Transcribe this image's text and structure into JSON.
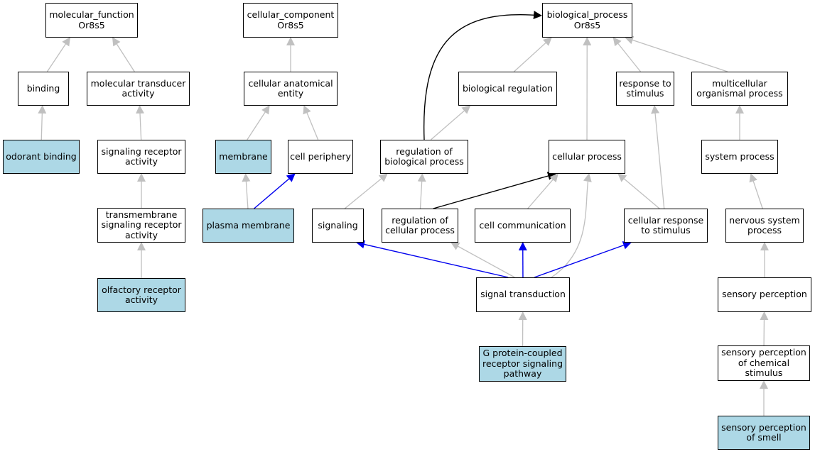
{
  "colors": {
    "highlight_fill": "#add8e6",
    "default_fill": "#ffffff",
    "edge_gray": "#c0c0c0",
    "edge_black": "#000000",
    "edge_blue": "#0000ee"
  },
  "nodes": {
    "mf_root": {
      "label": "molecular_function\nOr8s5",
      "highlight": false
    },
    "binding": {
      "label": "binding",
      "highlight": false
    },
    "mol_trans": {
      "label": "molecular transducer\nactivity",
      "highlight": false
    },
    "odorant": {
      "label": "odorant binding",
      "highlight": true
    },
    "sig_rec": {
      "label": "signaling receptor\nactivity",
      "highlight": false
    },
    "tm_sig": {
      "label": "transmembrane\nsignaling receptor\nactivity",
      "highlight": false
    },
    "olf_rec": {
      "label": "olfactory receptor\nactivity",
      "highlight": true
    },
    "cc_root": {
      "label": "cellular_component\nOr8s5",
      "highlight": false
    },
    "cae": {
      "label": "cellular anatomical\nentity",
      "highlight": false
    },
    "membrane": {
      "label": "membrane",
      "highlight": true
    },
    "cell_per": {
      "label": "cell periphery",
      "highlight": false
    },
    "plasma": {
      "label": "plasma membrane",
      "highlight": true
    },
    "bp_root": {
      "label": "biological_process\nOr8s5",
      "highlight": false
    },
    "bio_reg": {
      "label": "biological regulation",
      "highlight": false
    },
    "resp_stim": {
      "label": "response to\nstimulus",
      "highlight": false
    },
    "multi": {
      "label": "multicellular\norganismal process",
      "highlight": false
    },
    "reg_bio": {
      "label": "regulation of\nbiological process",
      "highlight": false
    },
    "cell_proc": {
      "label": "cellular process",
      "highlight": false
    },
    "sys_proc": {
      "label": "system process",
      "highlight": false
    },
    "signaling": {
      "label": "signaling",
      "highlight": false
    },
    "reg_cell": {
      "label": "regulation of\ncellular process",
      "highlight": false
    },
    "cell_comm": {
      "label": "cell communication",
      "highlight": false
    },
    "cell_resp": {
      "label": "cellular response\nto stimulus",
      "highlight": false
    },
    "nerv": {
      "label": "nervous system\nprocess",
      "highlight": false
    },
    "sig_trans": {
      "label": "signal transduction",
      "highlight": false
    },
    "sens_perc": {
      "label": "sensory perception",
      "highlight": false
    },
    "gpcr": {
      "label": "G protein-coupled\nreceptor signaling\npathway",
      "highlight": true
    },
    "sens_chem": {
      "label": "sensory perception\nof chemical\nstimulus",
      "highlight": false
    },
    "sens_smell": {
      "label": "sensory perception\nof smell",
      "highlight": true
    }
  },
  "edges": [
    {
      "from": "binding",
      "to": "mf_root",
      "kind": "is_a"
    },
    {
      "from": "mol_trans",
      "to": "mf_root",
      "kind": "is_a"
    },
    {
      "from": "odorant",
      "to": "binding",
      "kind": "is_a"
    },
    {
      "from": "sig_rec",
      "to": "mol_trans",
      "kind": "is_a"
    },
    {
      "from": "tm_sig",
      "to": "sig_rec",
      "kind": "is_a"
    },
    {
      "from": "olf_rec",
      "to": "tm_sig",
      "kind": "is_a"
    },
    {
      "from": "cae",
      "to": "cc_root",
      "kind": "is_a"
    },
    {
      "from": "membrane",
      "to": "cae",
      "kind": "is_a"
    },
    {
      "from": "cell_per",
      "to": "cae",
      "kind": "is_a"
    },
    {
      "from": "plasma",
      "to": "membrane",
      "kind": "is_a"
    },
    {
      "from": "plasma",
      "to": "cell_per",
      "kind": "part_of"
    },
    {
      "from": "bio_reg",
      "to": "bp_root",
      "kind": "is_a"
    },
    {
      "from": "resp_stim",
      "to": "bp_root",
      "kind": "is_a"
    },
    {
      "from": "multi",
      "to": "bp_root",
      "kind": "is_a"
    },
    {
      "from": "cell_proc",
      "to": "bp_root",
      "kind": "is_a"
    },
    {
      "from": "reg_bio",
      "to": "bp_root",
      "kind": "regulates"
    },
    {
      "from": "reg_bio",
      "to": "bio_reg",
      "kind": "is_a"
    },
    {
      "from": "sys_proc",
      "to": "multi",
      "kind": "is_a"
    },
    {
      "from": "signaling",
      "to": "reg_bio",
      "kind": "is_a"
    },
    {
      "from": "reg_cell",
      "to": "reg_bio",
      "kind": "is_a"
    },
    {
      "from": "reg_cell",
      "to": "cell_proc",
      "kind": "regulates"
    },
    {
      "from": "cell_comm",
      "to": "cell_proc",
      "kind": "is_a"
    },
    {
      "from": "cell_resp",
      "to": "cell_proc",
      "kind": "is_a"
    },
    {
      "from": "cell_resp",
      "to": "resp_stim",
      "kind": "is_a"
    },
    {
      "from": "nerv",
      "to": "sys_proc",
      "kind": "is_a"
    },
    {
      "from": "sig_trans",
      "to": "signaling",
      "kind": "part_of"
    },
    {
      "from": "sig_trans",
      "to": "reg_cell",
      "kind": "is_a"
    },
    {
      "from": "sig_trans",
      "to": "cell_comm",
      "kind": "part_of"
    },
    {
      "from": "sig_trans",
      "to": "cell_proc",
      "kind": "is_a"
    },
    {
      "from": "sig_trans",
      "to": "cell_resp",
      "kind": "part_of"
    },
    {
      "from": "sens_perc",
      "to": "nerv",
      "kind": "is_a"
    },
    {
      "from": "gpcr",
      "to": "sig_trans",
      "kind": "is_a"
    },
    {
      "from": "sens_chem",
      "to": "sens_perc",
      "kind": "is_a"
    },
    {
      "from": "sens_smell",
      "to": "sens_chem",
      "kind": "is_a"
    }
  ]
}
